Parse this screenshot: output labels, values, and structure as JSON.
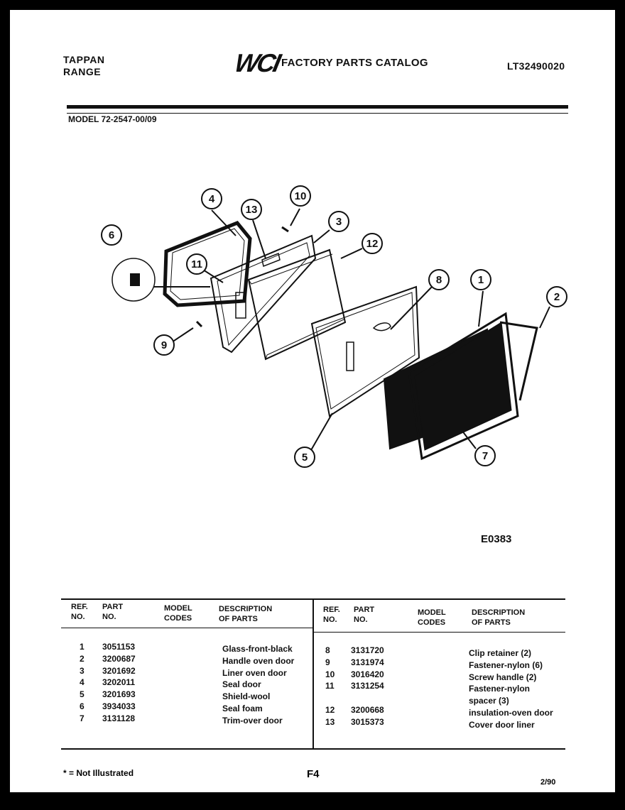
{
  "header": {
    "brand_line1": "TAPPAN",
    "brand_line2": "RANGE",
    "logo_text": "WCI",
    "catalog_title": "FACTORY PARTS CATALOG",
    "catalog_number": "LT32490020",
    "model": "MODEL 72-2547-00/09"
  },
  "diagram": {
    "code": "E0383",
    "callouts": [
      "1",
      "2",
      "3",
      "4",
      "5",
      "6",
      "7",
      "8",
      "9",
      "10",
      "11",
      "12",
      "13"
    ]
  },
  "table": {
    "headers": {
      "ref_no": "REF.\nNO.",
      "part_no": "PART\nNO.",
      "model_codes_left": "MODEL\nCODES",
      "model_codes_right": "MODEL\nCODES",
      "description": "DESCRIPTION\nOF PARTS"
    },
    "left": {
      "refs": "1\n2\n3\n4\n5\n6\n7",
      "parts": "3051153\n3200687\n3201692\n3202011\n3201693\n3934033\n3131128",
      "descriptions": "Glass-front-black\nHandle oven door\nLiner oven door\nSeal door\nShield-wool\nSeal foam\nTrim-over door"
    },
    "right": {
      "refs": "8\n9\n10\n11\n\n12\n13",
      "parts": "3131720\n3131974\n3016420\n3131254\n\n3200668\n3015373",
      "descriptions": "Clip retainer (2)\nFastener-nylon (6)\nScrew handle (2)\nFastener-nylon\nspacer (3)\ninsulation-oven door\nCover door liner"
    }
  },
  "footer": {
    "note": "* = Not Illustrated",
    "page": "F4",
    "date": "2/90"
  }
}
